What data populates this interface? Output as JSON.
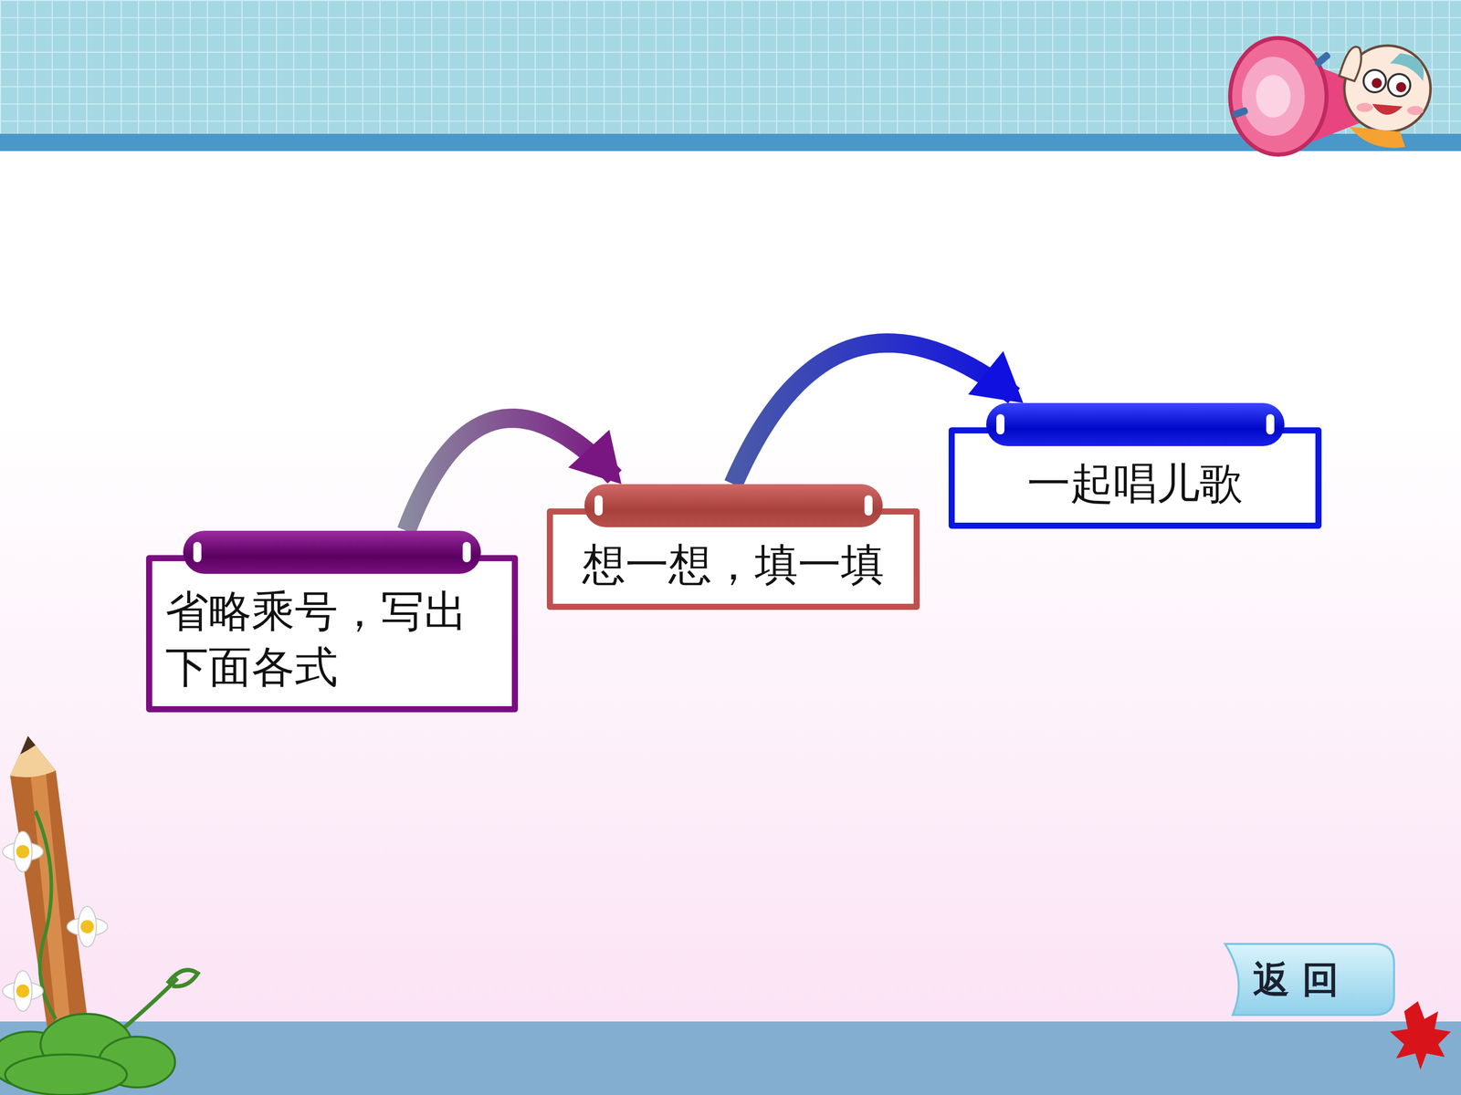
{
  "diagram": {
    "nodes": [
      {
        "text": [
          "省略乘号，写出下面各式"
        ]
      },
      {
        "text": [
          "想一想，填一填"
        ]
      },
      {
        "text": [
          "一起唱儿歌"
        ]
      }
    ],
    "edges": [
      {
        "from": 0,
        "to": 1,
        "arrow": "to"
      },
      {
        "from": 1,
        "to": 2,
        "arrow": "to"
      }
    ],
    "labels": [
      "返 回"
    ]
  }
}
